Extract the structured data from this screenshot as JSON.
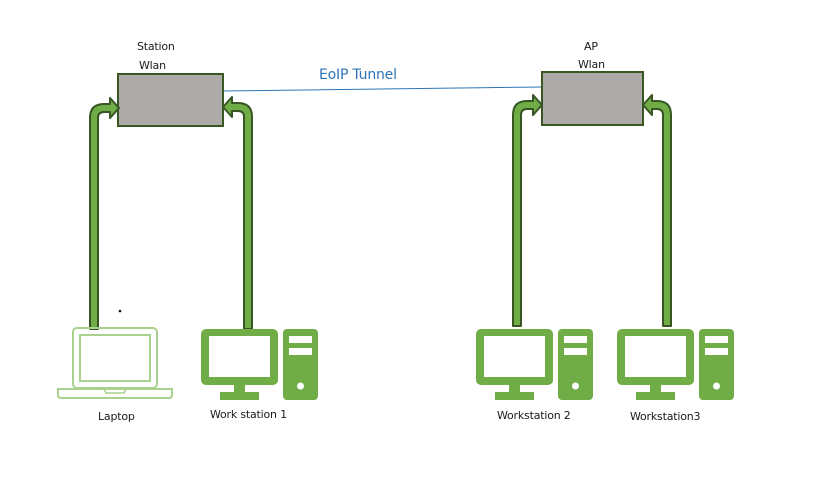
{
  "diagram": {
    "colors": {
      "device_box_fill": "#aeaaaa",
      "device_box_stroke": "#385723",
      "link_fill": "#70ad47",
      "link_stroke": "#375623",
      "icon_fill": "#70ad47",
      "laptop_outline": "#a9d18e",
      "tunnel_line": "#2e74b5",
      "tunnel_text": "#2e74b5"
    },
    "wlan_devices": [
      {
        "id": "station",
        "line1": "Station",
        "line2": "Wlan"
      },
      {
        "id": "ap",
        "line1": "AP",
        "line2": "Wlan"
      }
    ],
    "tunnel": {
      "label": "EoIP Tunnel"
    },
    "clients": [
      {
        "id": "laptop",
        "label": "Laptop",
        "icon": "laptop-icon",
        "connected_to": "station"
      },
      {
        "id": "ws1",
        "label": "Work station 1",
        "icon": "desktop-computer-icon",
        "connected_to": "station"
      },
      {
        "id": "ws2",
        "label": "Workstation 2",
        "icon": "desktop-computer-icon",
        "connected_to": "ap"
      },
      {
        "id": "ws3",
        "label": "Workstation3",
        "icon": "desktop-computer-icon",
        "connected_to": "ap"
      }
    ]
  }
}
